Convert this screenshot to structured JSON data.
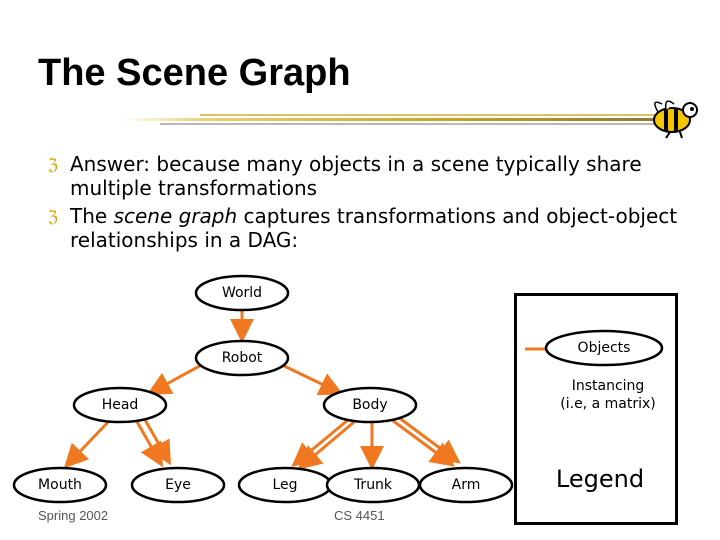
{
  "slide": {
    "title": "The Scene Graph",
    "bullets": [
      {
        "text_before": "Answer: because many objects in a scene typically share multiple transformations",
        "italic": "",
        "text_after": ""
      },
      {
        "text_before": "The ",
        "italic": "scene graph",
        "text_after": " captures transformations and object-object relationships in a DAG:"
      }
    ],
    "bullet_icon": "bullet-z-icon",
    "logo_icon": "bee-mascot-icon"
  },
  "graph": {
    "nodes": {
      "world": "World",
      "robot": "Robot",
      "head": "Head",
      "body": "Body",
      "mouth": "Mouth",
      "eye": "Eye",
      "leg": "Leg",
      "trunk": "Trunk",
      "arm": "Arm"
    },
    "arrow_color": "#f07820"
  },
  "legend": {
    "objects_label": "Objects",
    "instancing_line1": "Instancing",
    "instancing_line2": "(i.e, a matrix)",
    "title": "Legend"
  },
  "footer": {
    "left": "Spring 2002",
    "center": "CS 4451"
  }
}
